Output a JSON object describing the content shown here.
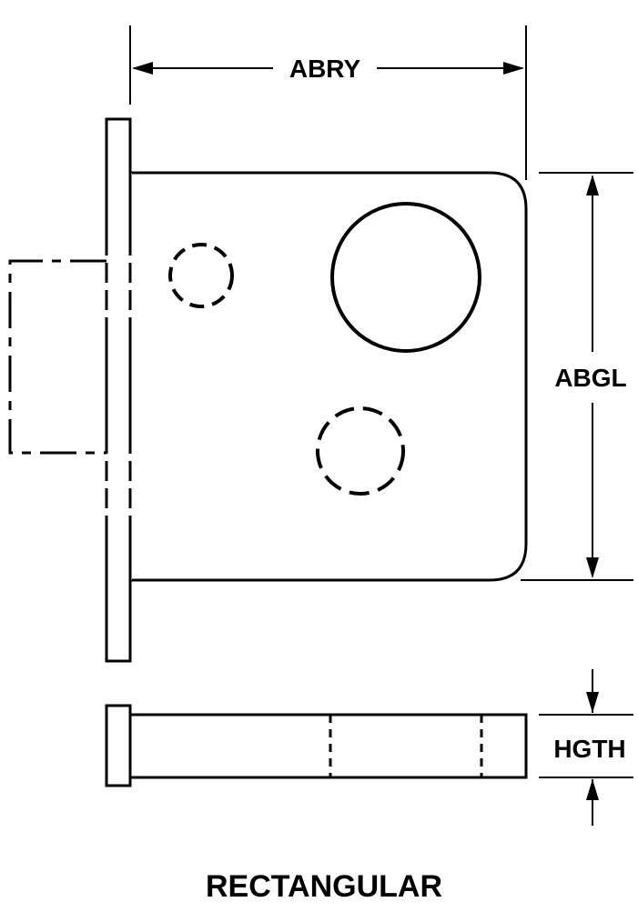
{
  "dimensions": {
    "width_label": "ABRY",
    "length_label": "ABGL",
    "height_label": "HGTH"
  },
  "caption": "RECTANGULAR",
  "colors": {
    "line": "#000000",
    "background": "#ffffff"
  }
}
